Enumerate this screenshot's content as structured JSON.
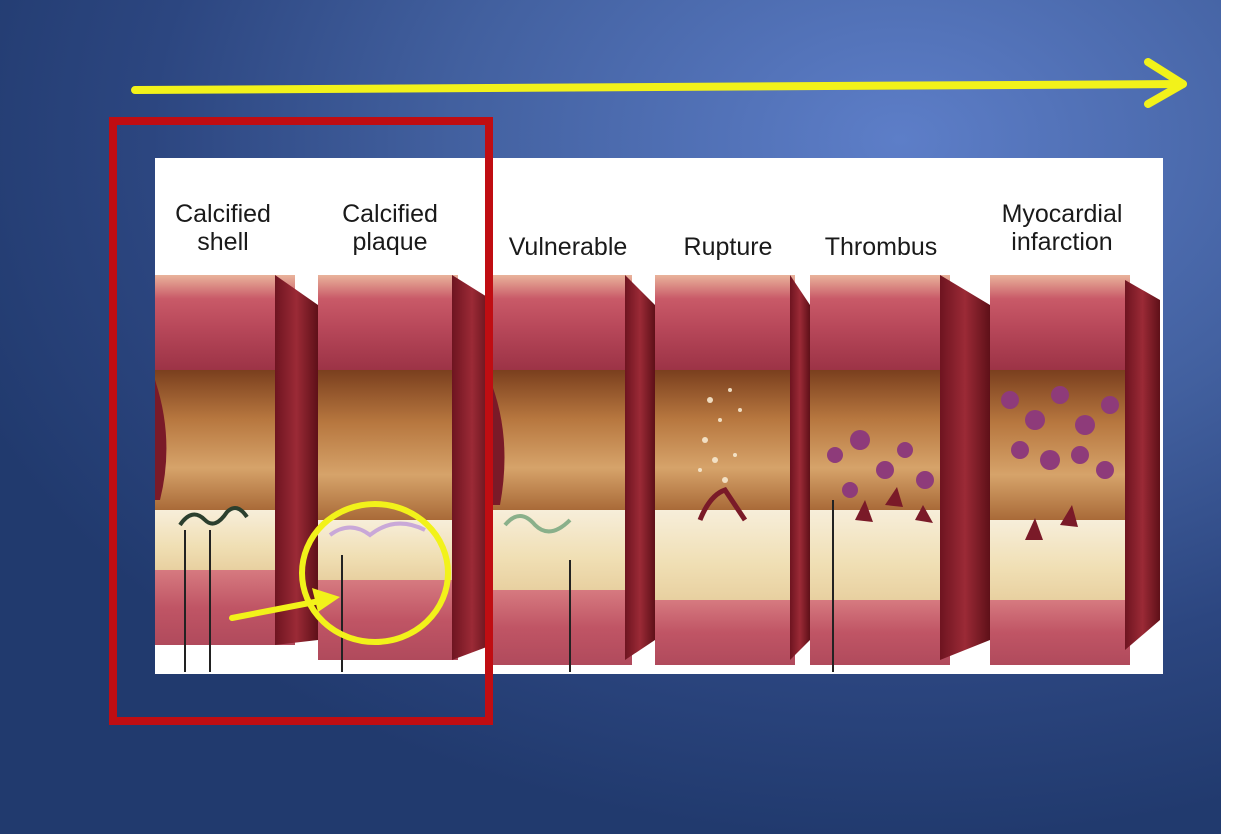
{
  "colors": {
    "background": "#42609f",
    "progression_arrow": "#f2f21a",
    "highlight_box": "#c00d12",
    "highlight_circle": "#f2f21a"
  },
  "stages": [
    {
      "id": "calcified-shell",
      "label": "Calcified\nshell"
    },
    {
      "id": "calcified-plaque",
      "label": "Calcified\nplaque"
    },
    {
      "id": "vulnerable",
      "label": "Vulnerable"
    },
    {
      "id": "rupture",
      "label": "Rupture"
    },
    {
      "id": "thrombus",
      "label": "Thrombus"
    },
    {
      "id": "myocardial-infarction",
      "label": "Myocardial\ninfarction"
    }
  ]
}
